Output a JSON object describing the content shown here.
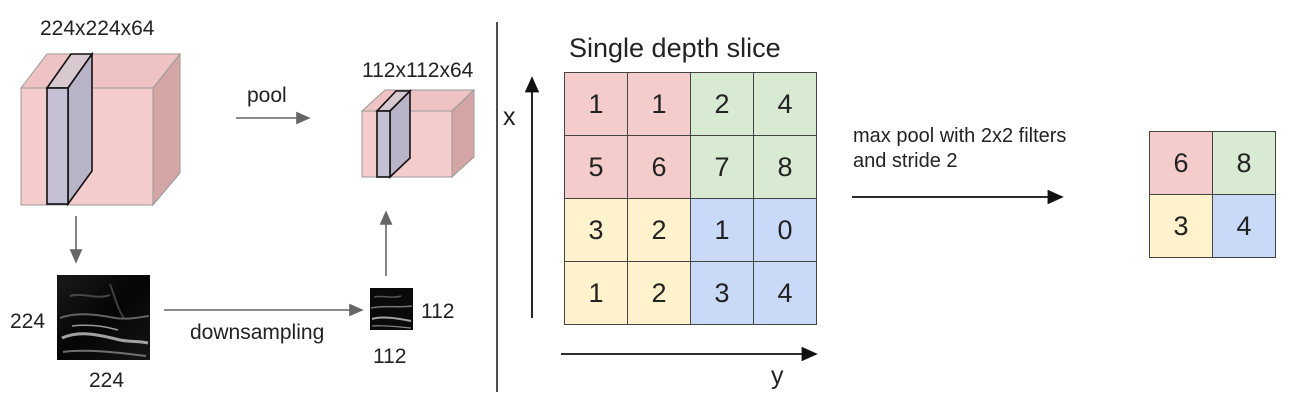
{
  "left": {
    "input_volume_label": "224x224x64",
    "pool_label": "pool",
    "output_volume_label": "112x112x64",
    "input_slice_height_label": "224",
    "input_slice_width_label": "224",
    "downsampling_label": "downsampling",
    "output_slice_height_label": "112",
    "output_slice_width_label": "112"
  },
  "right": {
    "title": "Single depth slice",
    "x_axis_label": "x",
    "y_axis_label": "y",
    "grid": [
      [
        "1",
        "1",
        "2",
        "4"
      ],
      [
        "5",
        "6",
        "7",
        "8"
      ],
      [
        "3",
        "2",
        "1",
        "0"
      ],
      [
        "1",
        "2",
        "3",
        "4"
      ]
    ],
    "caption_line1": "max pool with 2x2 filters",
    "caption_line2": "and stride 2",
    "result": [
      [
        "6",
        "8"
      ],
      [
        "3",
        "4"
      ]
    ]
  },
  "colors": {
    "red": "#f4cccc",
    "green": "#d9ead3",
    "yellow": "#fff2cc",
    "blue": "#c9daf8",
    "cube_front": "#f4cccc",
    "cube_side": "#d3a5a5",
    "cube_top": "#efc3c3",
    "slice": "#c5c0d4"
  }
}
